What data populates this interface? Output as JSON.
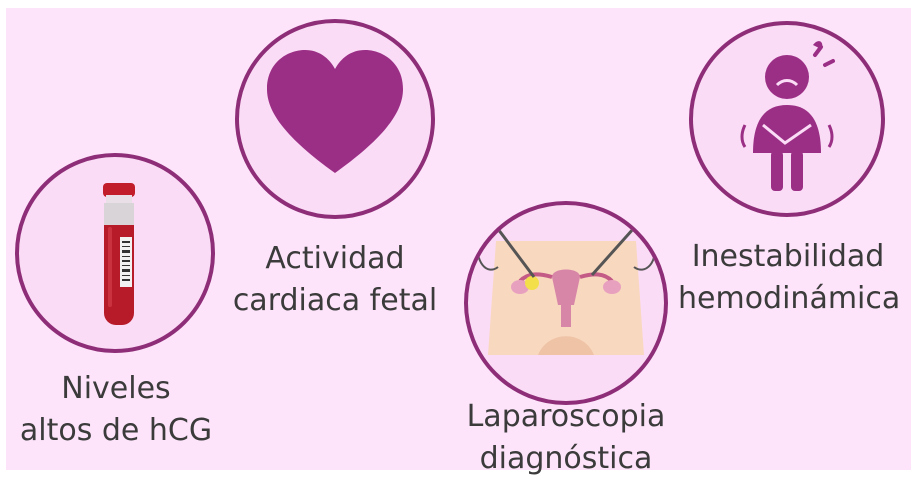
{
  "items": [
    {
      "id": "hcg",
      "icon": "blood-test-tube-icon",
      "lines": [
        "Niveles",
        "altos de hCG"
      ]
    },
    {
      "id": "heart",
      "icon": "heart-icon",
      "lines": [
        "Actividad",
        "cardiaca fetal"
      ]
    },
    {
      "id": "lap",
      "icon": "laparoscopy-uterus-icon",
      "lines": [
        "Laparoscopia",
        "diagnóstica"
      ]
    },
    {
      "id": "instab",
      "icon": "dizzy-woman-icon",
      "lines": [
        "Inestabilidad",
        "hemodinámica"
      ]
    }
  ],
  "colors": {
    "background": "#fde4fa",
    "circle_fill": "#fbdcf6",
    "circle_border": "#8e2e78",
    "icon_purple": "#9b2f86",
    "text": "#3b3b3b",
    "tube_red": "#c21d2a"
  }
}
